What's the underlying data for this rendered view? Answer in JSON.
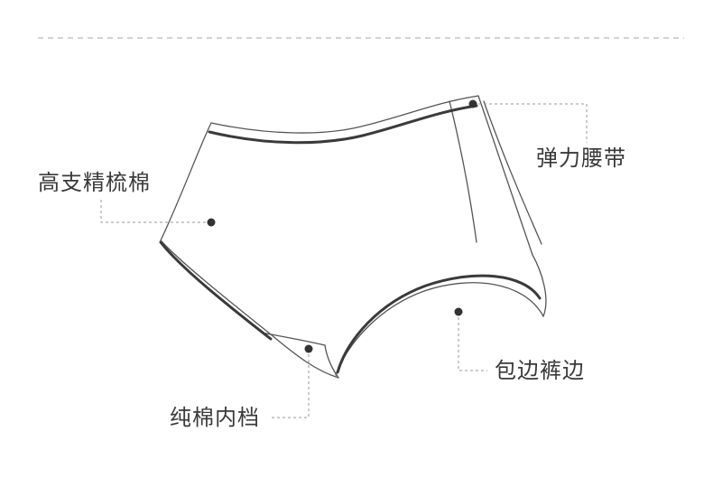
{
  "labels": {
    "cotton": "高支精梳棉",
    "waistband": "弹力腰带",
    "hem": "包边裤边",
    "gusset": "纯棉内档"
  },
  "colors": {
    "outline": "#555555",
    "band": "#3a3a3a",
    "leader": "#9a9a9a",
    "dot": "#333333"
  }
}
